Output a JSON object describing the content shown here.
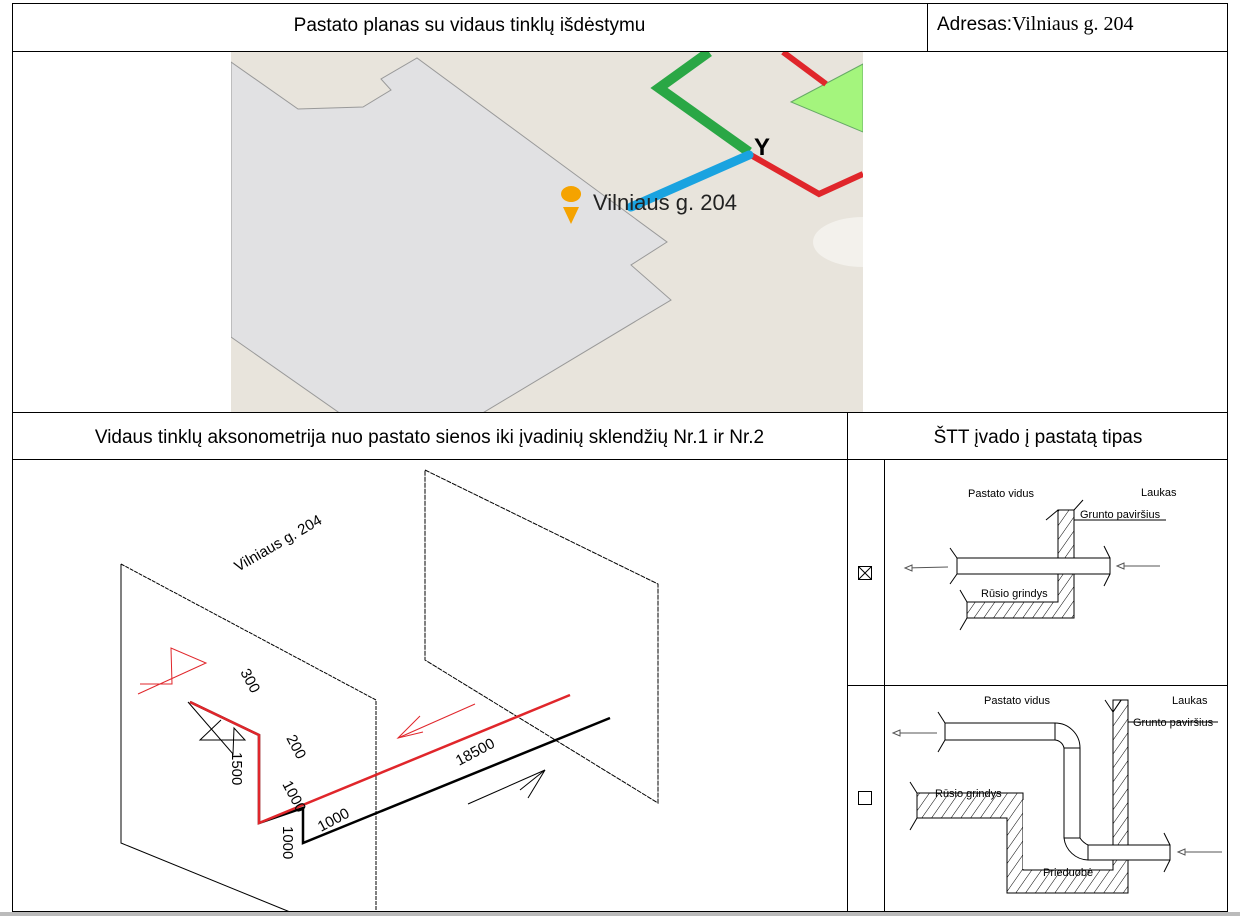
{
  "header": {
    "title": "Pastato planas su vidaus tinklų išdėstymu",
    "address_label": "Adresas:",
    "address_value": "Vilniaus g. 204"
  },
  "map": {
    "label": "Vilniaus g. 204",
    "marker_letter": "Y",
    "colors": {
      "building": "#e1e1e3",
      "ground": "#e8e4dc",
      "blue": "#1aa3e0",
      "green": "#2aa745",
      "red": "#e0262b",
      "lawn": "#a4f57d",
      "pin": "#f5a300"
    }
  },
  "section2": {
    "left_title": "Vidaus tinklų aksonometrija nuo pastato sienos iki įvadinių sklendžių Nr.1 ir Nr.2",
    "right_title": "ŠTT įvado į pastatą tipas"
  },
  "axonometry": {
    "wall_label": "Vilniaus g. 204",
    "dimensions": {
      "red_top": "300",
      "black_top": "200",
      "red_vertical": "1500",
      "black_mid": "1000",
      "black_vertical": "1000",
      "horizontal_near": "1000",
      "horizontal_long": "18500"
    }
  },
  "entry_types": [
    {
      "checked": true,
      "inside": "Pastato vidus",
      "outside": "Laukas",
      "ground": "Grunto paviršius",
      "floor": "Rūsio grindys"
    },
    {
      "checked": false,
      "inside": "Pastato vidus",
      "outside": "Laukas",
      "ground": "Grunto paviršius",
      "floor": "Rūsio grindys",
      "pit": "Prieduobė"
    }
  ]
}
